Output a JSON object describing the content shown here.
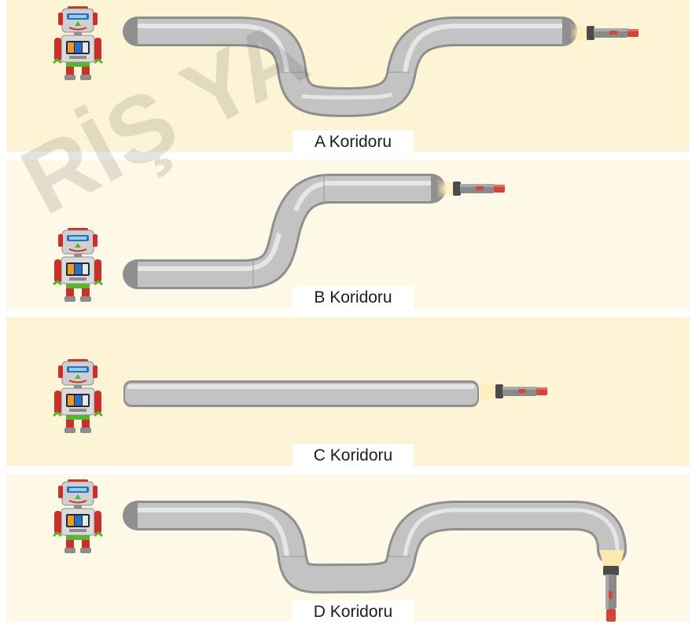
{
  "colors": {
    "panel_dark": "#fdf4d5",
    "panel_light": "#fef8e6",
    "tube": "#b4b4b4",
    "flashlight_body": "#5e5e5e",
    "flashlight_accent": "#d0473a",
    "robot_red": "#c8302a",
    "robot_blue": "#2c6fbe",
    "robot_green": "#58b431",
    "label_bg": "#ffffff"
  },
  "corridors": [
    {
      "id": "A",
      "label": "A Koridoru"
    },
    {
      "id": "B",
      "label": "B Koridoru"
    },
    {
      "id": "C",
      "label": "C Koridoru"
    },
    {
      "id": "D",
      "label": "D Koridoru"
    }
  ],
  "icons": [
    "robot-icon",
    "flashlight-icon"
  ]
}
